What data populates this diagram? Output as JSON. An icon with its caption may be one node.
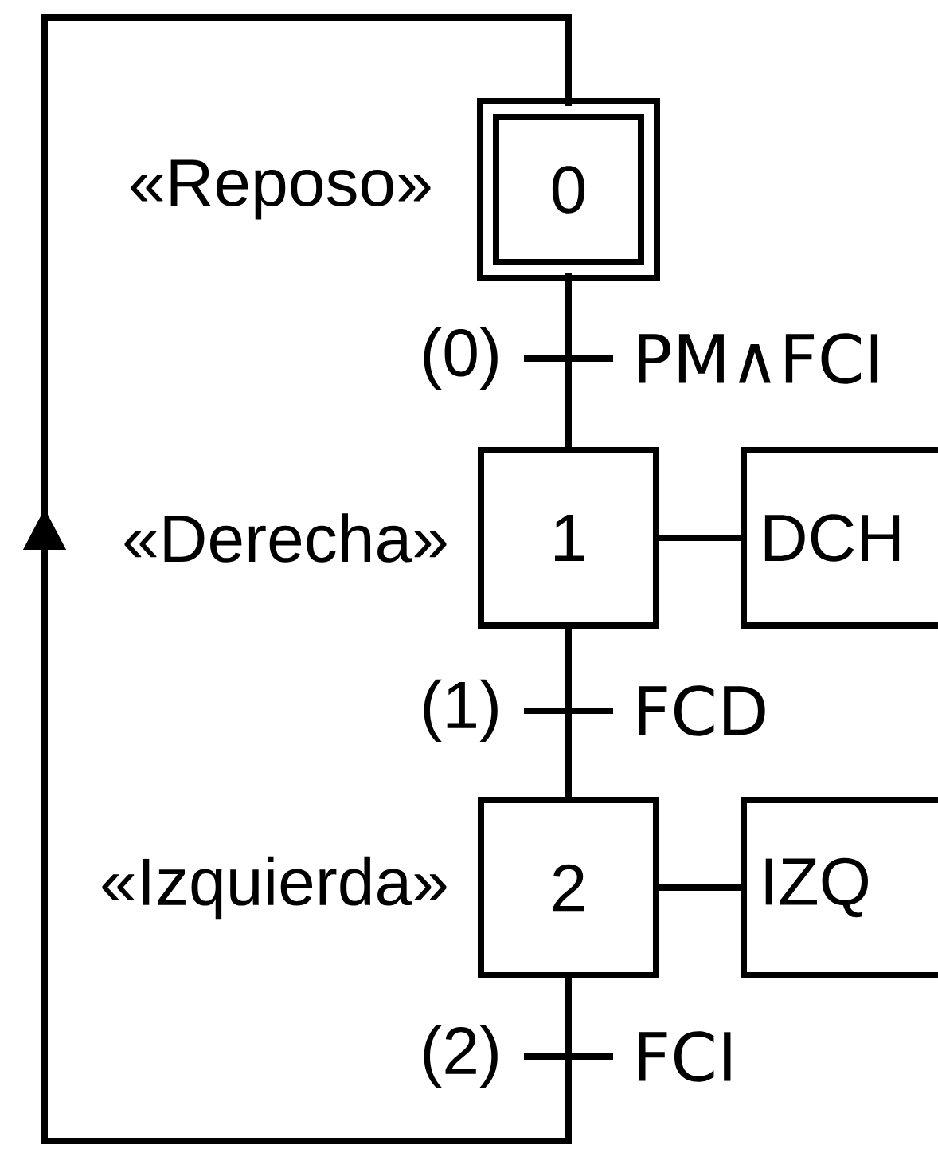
{
  "diagram": {
    "nodes": [
      {
        "text": [
          "0"
        ],
        "beside": [
          "«Reposo»"
        ]
      },
      {
        "text": [
          "1"
        ],
        "beside": [
          "«Derecha»"
        ]
      },
      {
        "text": [
          "DCH"
        ]
      },
      {
        "text": [
          "2"
        ],
        "beside": [
          "«Izquierda»"
        ]
      },
      {
        "text": [
          "IZQ"
        ]
      }
    ],
    "edges": [
      {
        "from": 0,
        "to": 1,
        "arrow": "none",
        "label": "PM∧FCI"
      },
      {
        "from": 1,
        "to": 2,
        "arrow": "none"
      },
      {
        "from": 1,
        "to": 3,
        "arrow": "none",
        "label": "FCD"
      },
      {
        "from": 3,
        "to": 4,
        "arrow": "none"
      },
      {
        "from": 3,
        "to": 0,
        "arrow": "to",
        "label": "FCI"
      }
    ],
    "labels": [
      "(0)",
      "(1)",
      "(2)"
    ]
  }
}
